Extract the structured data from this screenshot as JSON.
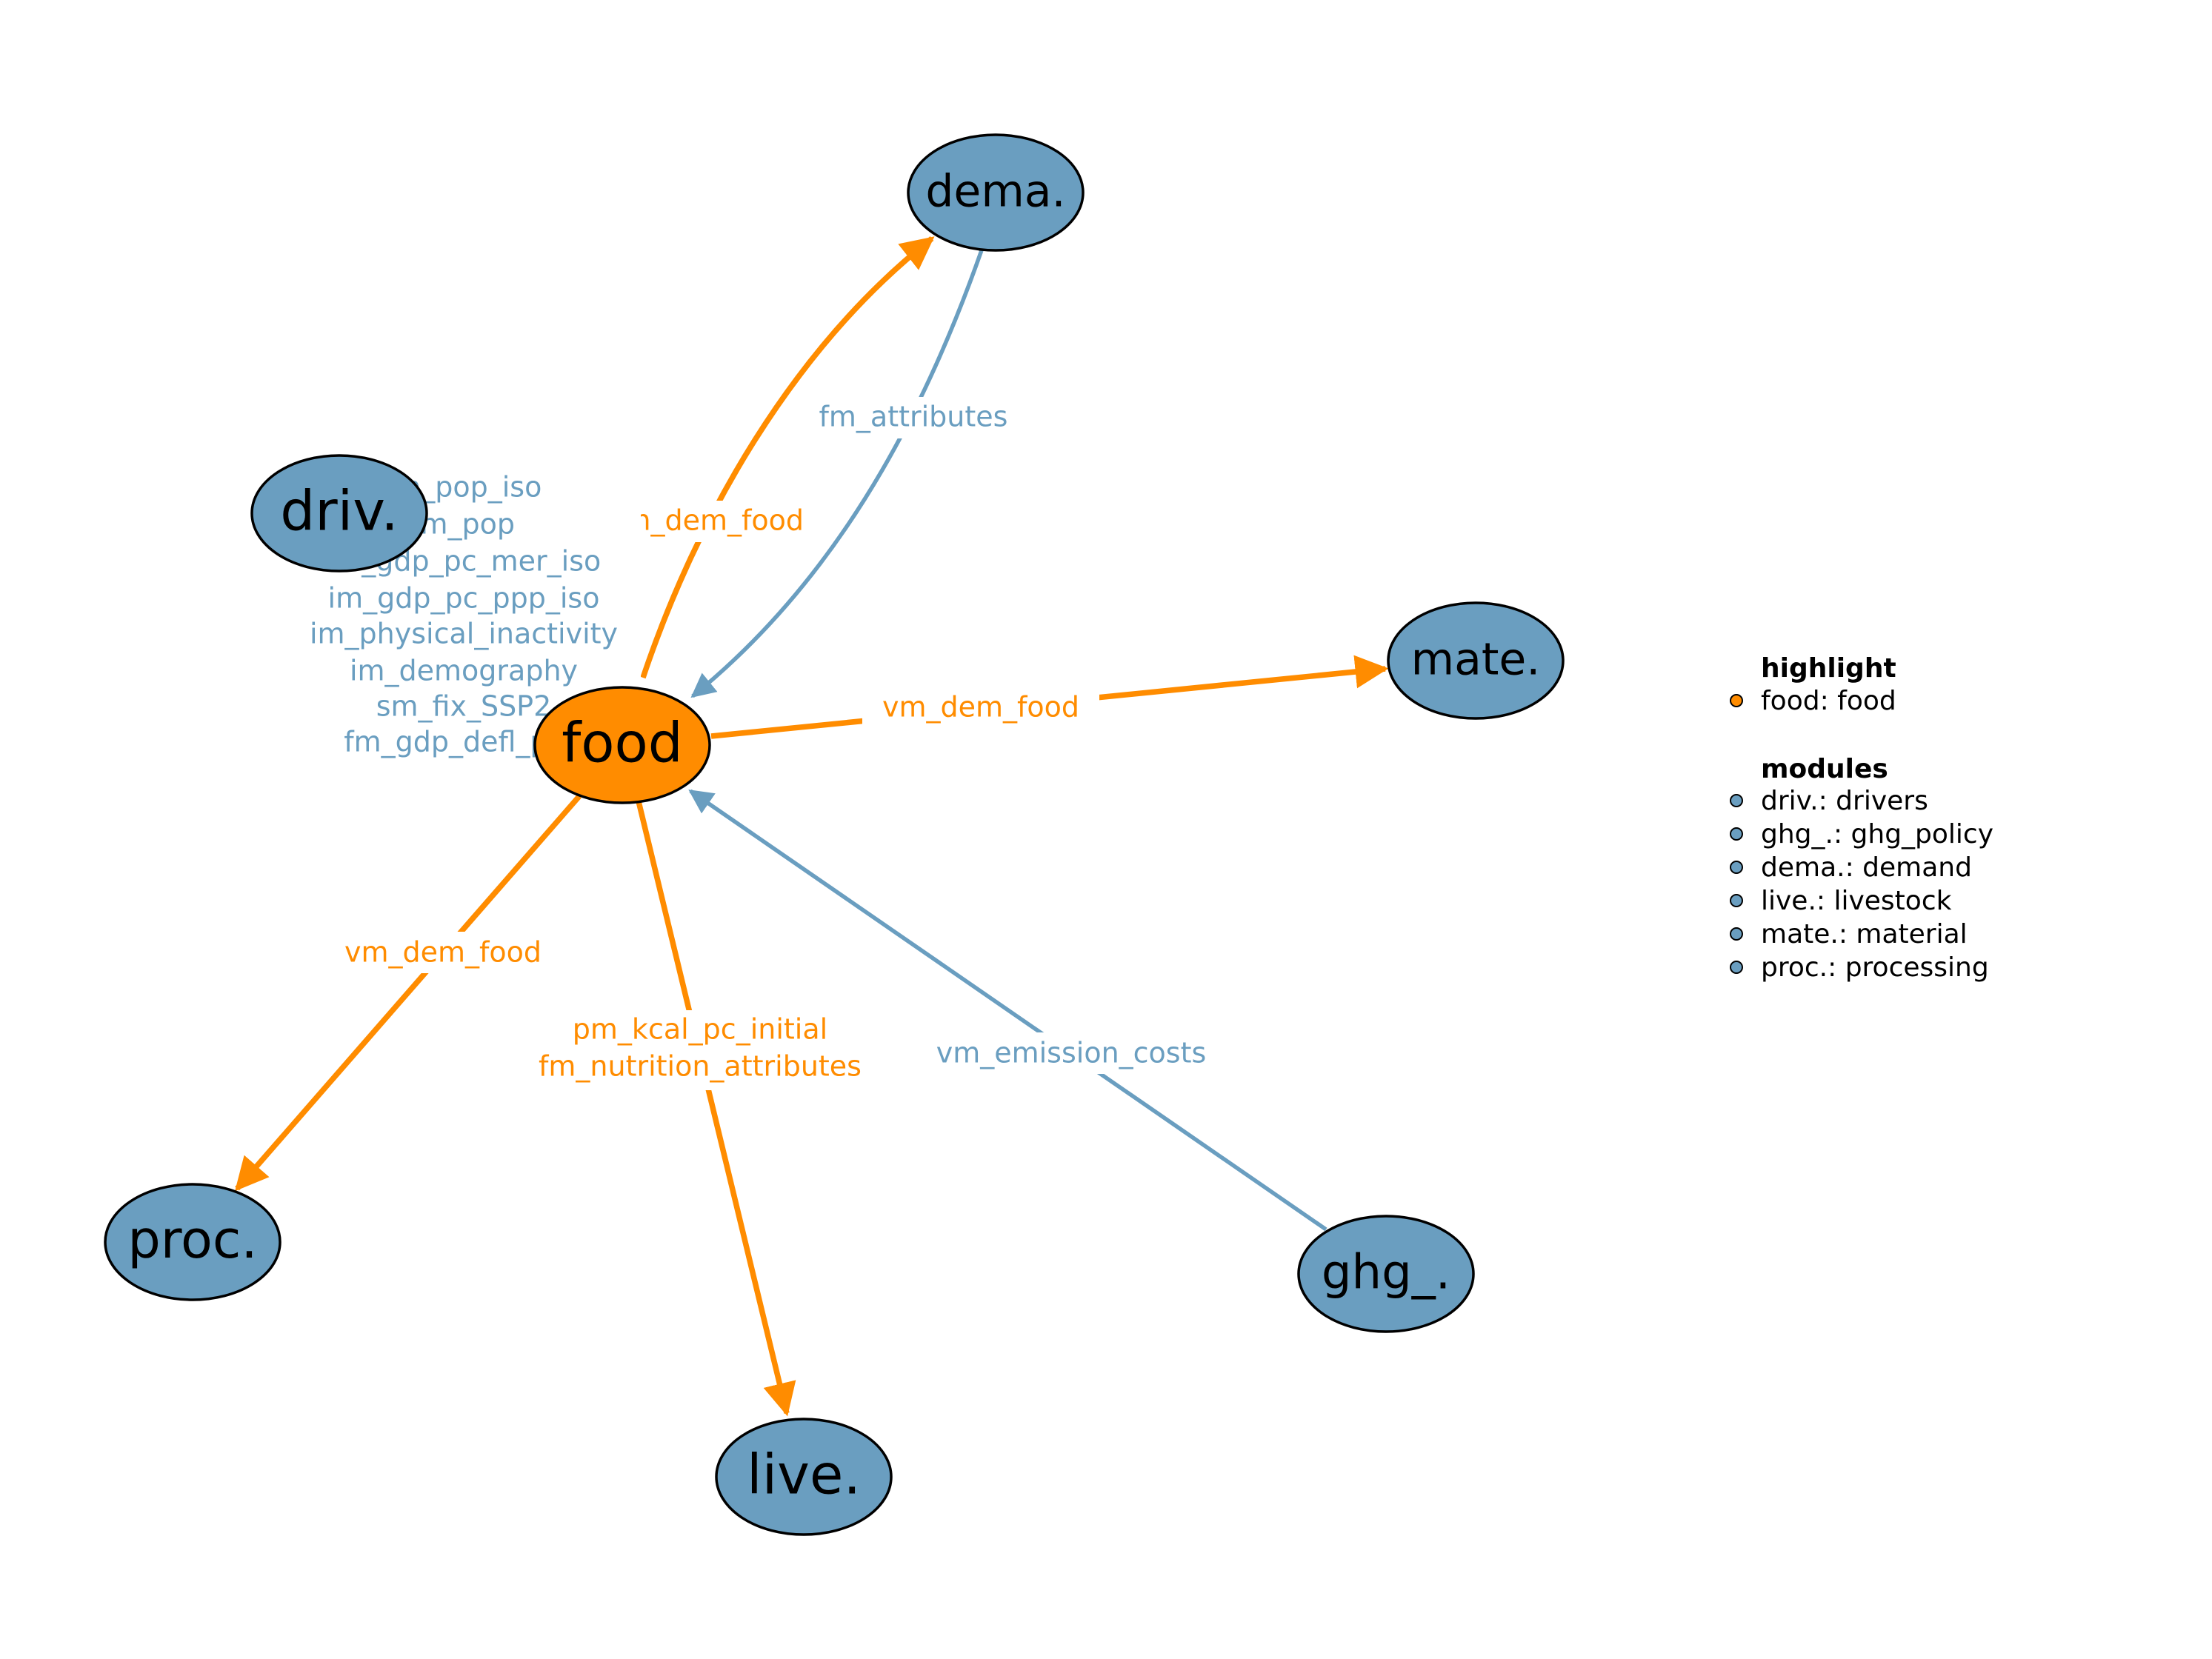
{
  "colors": {
    "highlight": "#FF8C00",
    "module": "#6A9EC0",
    "outline": "#000000",
    "background": "#FFFFFF"
  },
  "nodes": {
    "food": {
      "label": "food",
      "role": "highlight"
    },
    "driv": {
      "label": "driv.",
      "role": "module"
    },
    "dema": {
      "label": "dema.",
      "role": "module"
    },
    "mate": {
      "label": "mate.",
      "role": "module"
    },
    "proc": {
      "label": "proc.",
      "role": "module"
    },
    "live": {
      "label": "live.",
      "role": "module"
    },
    "ghg": {
      "label": "ghg_.",
      "role": "module"
    }
  },
  "edges": {
    "food_to_dema": {
      "from": "food",
      "to": "dema",
      "lines": [
        "vm_dem_food"
      ]
    },
    "dema_to_food": {
      "from": "dema",
      "to": "food",
      "lines": [
        "fm_attributes"
      ]
    },
    "driv_to_food": {
      "from": "driv",
      "to": "food",
      "lines": [
        "im_pop_iso",
        "im_pop",
        "im_gdp_pc_mer_iso",
        "im_gdp_pc_ppp_iso",
        "im_physical_inactivity",
        "im_demography",
        "sm_fix_SSP2",
        "fm_gdp_defl_ppp"
      ]
    },
    "food_to_mate": {
      "from": "food",
      "to": "mate",
      "lines": [
        "vm_dem_food"
      ]
    },
    "food_to_proc": {
      "from": "food",
      "to": "proc",
      "lines": [
        "vm_dem_food"
      ]
    },
    "food_to_live": {
      "from": "food",
      "to": "live",
      "lines": [
        "pm_kcal_pc_initial",
        "fm_nutrition_attributes"
      ]
    },
    "ghg_to_food": {
      "from": "ghg",
      "to": "food",
      "lines": [
        "vm_emission_costs"
      ]
    }
  },
  "legend": {
    "highlight_heading": "highlight",
    "highlight_items": [
      {
        "text": "food: food",
        "role": "highlight"
      }
    ],
    "modules_heading": "modules",
    "module_items": [
      {
        "text": "driv.: drivers",
        "role": "module"
      },
      {
        "text": "ghg_.: ghg_policy",
        "role": "module"
      },
      {
        "text": "dema.: demand",
        "role": "module"
      },
      {
        "text": "live.: livestock",
        "role": "module"
      },
      {
        "text": "mate.: material",
        "role": "module"
      },
      {
        "text": "proc.: processing",
        "role": "module"
      }
    ]
  }
}
